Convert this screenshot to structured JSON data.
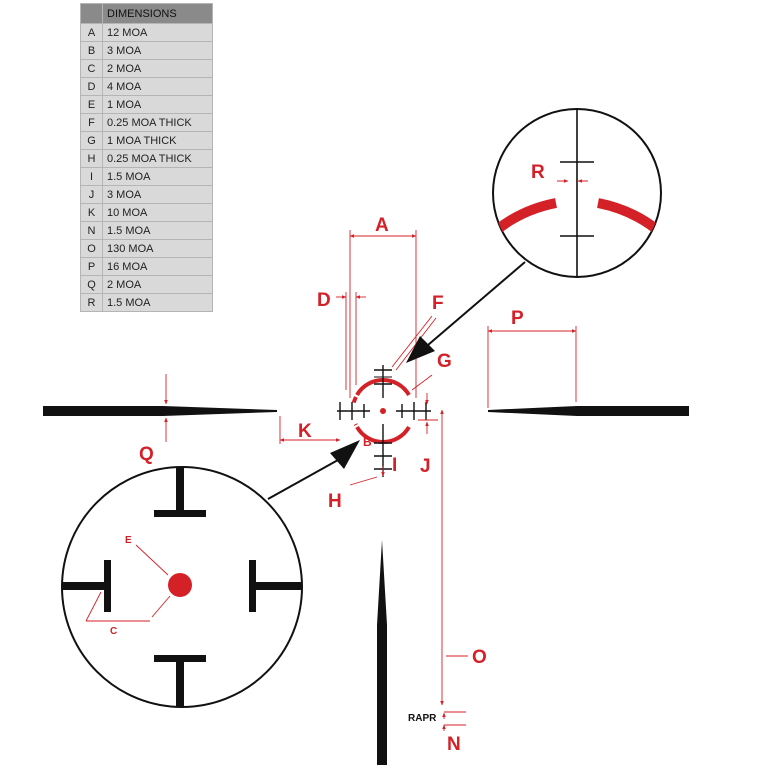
{
  "table": {
    "header": "DIMENSIONS",
    "rows": [
      {
        "letter": "A",
        "value": "12 MOA"
      },
      {
        "letter": "B",
        "value": "3 MOA"
      },
      {
        "letter": "C",
        "value": "2 MOA"
      },
      {
        "letter": "D",
        "value": "4 MOA"
      },
      {
        "letter": "E",
        "value": "1 MOA"
      },
      {
        "letter": "F",
        "value": "0.25 MOA THICK"
      },
      {
        "letter": "G",
        "value": "1 MOA THICK"
      },
      {
        "letter": "H",
        "value": "0.25 MOA THICK"
      },
      {
        "letter": "I",
        "value": "1.5 MOA"
      },
      {
        "letter": "J",
        "value": "3 MOA"
      },
      {
        "letter": "K",
        "value": "10 MOA"
      },
      {
        "letter": "N",
        "value": "1.5 MOA"
      },
      {
        "letter": "O",
        "value": "130 MOA"
      },
      {
        "letter": "P",
        "value": "16 MOA"
      },
      {
        "letter": "Q",
        "value": "2 MOA"
      },
      {
        "letter": "R",
        "value": "1.5 MOA"
      }
    ]
  },
  "labels": {
    "A": "A",
    "B": "B",
    "C": "C",
    "D": "D",
    "E": "E",
    "F": "F",
    "G": "G",
    "H": "H",
    "I": "I",
    "J": "J",
    "K": "K",
    "N": "N",
    "O": "O",
    "P": "P",
    "Q": "Q",
    "R": "R",
    "rapr": "RAPR"
  },
  "colors": {
    "accent": "#d42127",
    "ink": "#111111",
    "table_header": "#8a8a8a",
    "table_cell": "#d9d9d9"
  }
}
